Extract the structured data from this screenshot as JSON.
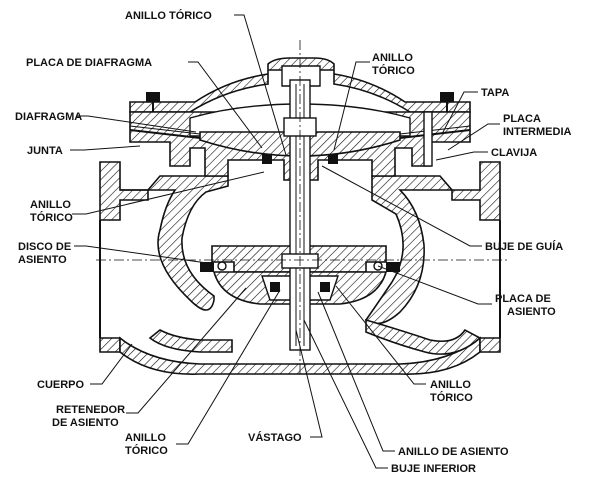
{
  "labels": {
    "anillo_torico_top": "ANILLO TÓRICO",
    "placa_diafragma": "PLACA DE DIAFRAGMA",
    "anillo_torico_right_1": "ANILLO",
    "anillo_torico_right_2": "TÓRICO",
    "tapa": "TAPA",
    "diafragma": "DIAFRAGMA",
    "placa_intermedia_1": "PLACA",
    "placa_intermedia_2": "INTERMEDIA",
    "junta": "JUNTA",
    "clavija": "CLAVIJA",
    "anillo_torico_left_1": "ANILLO",
    "anillo_torico_left_2": "TÓRICO",
    "buje_guia": "BUJE DE GUÍA",
    "disco_asiento_1": "DISCO DE",
    "disco_asiento_2": "ASIENTO",
    "placa_asiento_1": "PLACA DE",
    "placa_asiento_2": "ASIENTO",
    "cuerpo": "CUERPO",
    "anillo_torico_lower_right_1": "ANILLO",
    "anillo_torico_lower_right_2": "TÓRICO",
    "retenedor_1": "RETENEDOR",
    "retenedor_2": "DE ASIENTO",
    "anillo_torico_bottom_1": "ANILLO",
    "anillo_torico_bottom_2": "TÓRICO",
    "vastago": "VÁSTAGO",
    "anillo_de_asiento": "ANILLO DE ASIENTO",
    "buje_inferior": "BUJE INFERIOR"
  }
}
